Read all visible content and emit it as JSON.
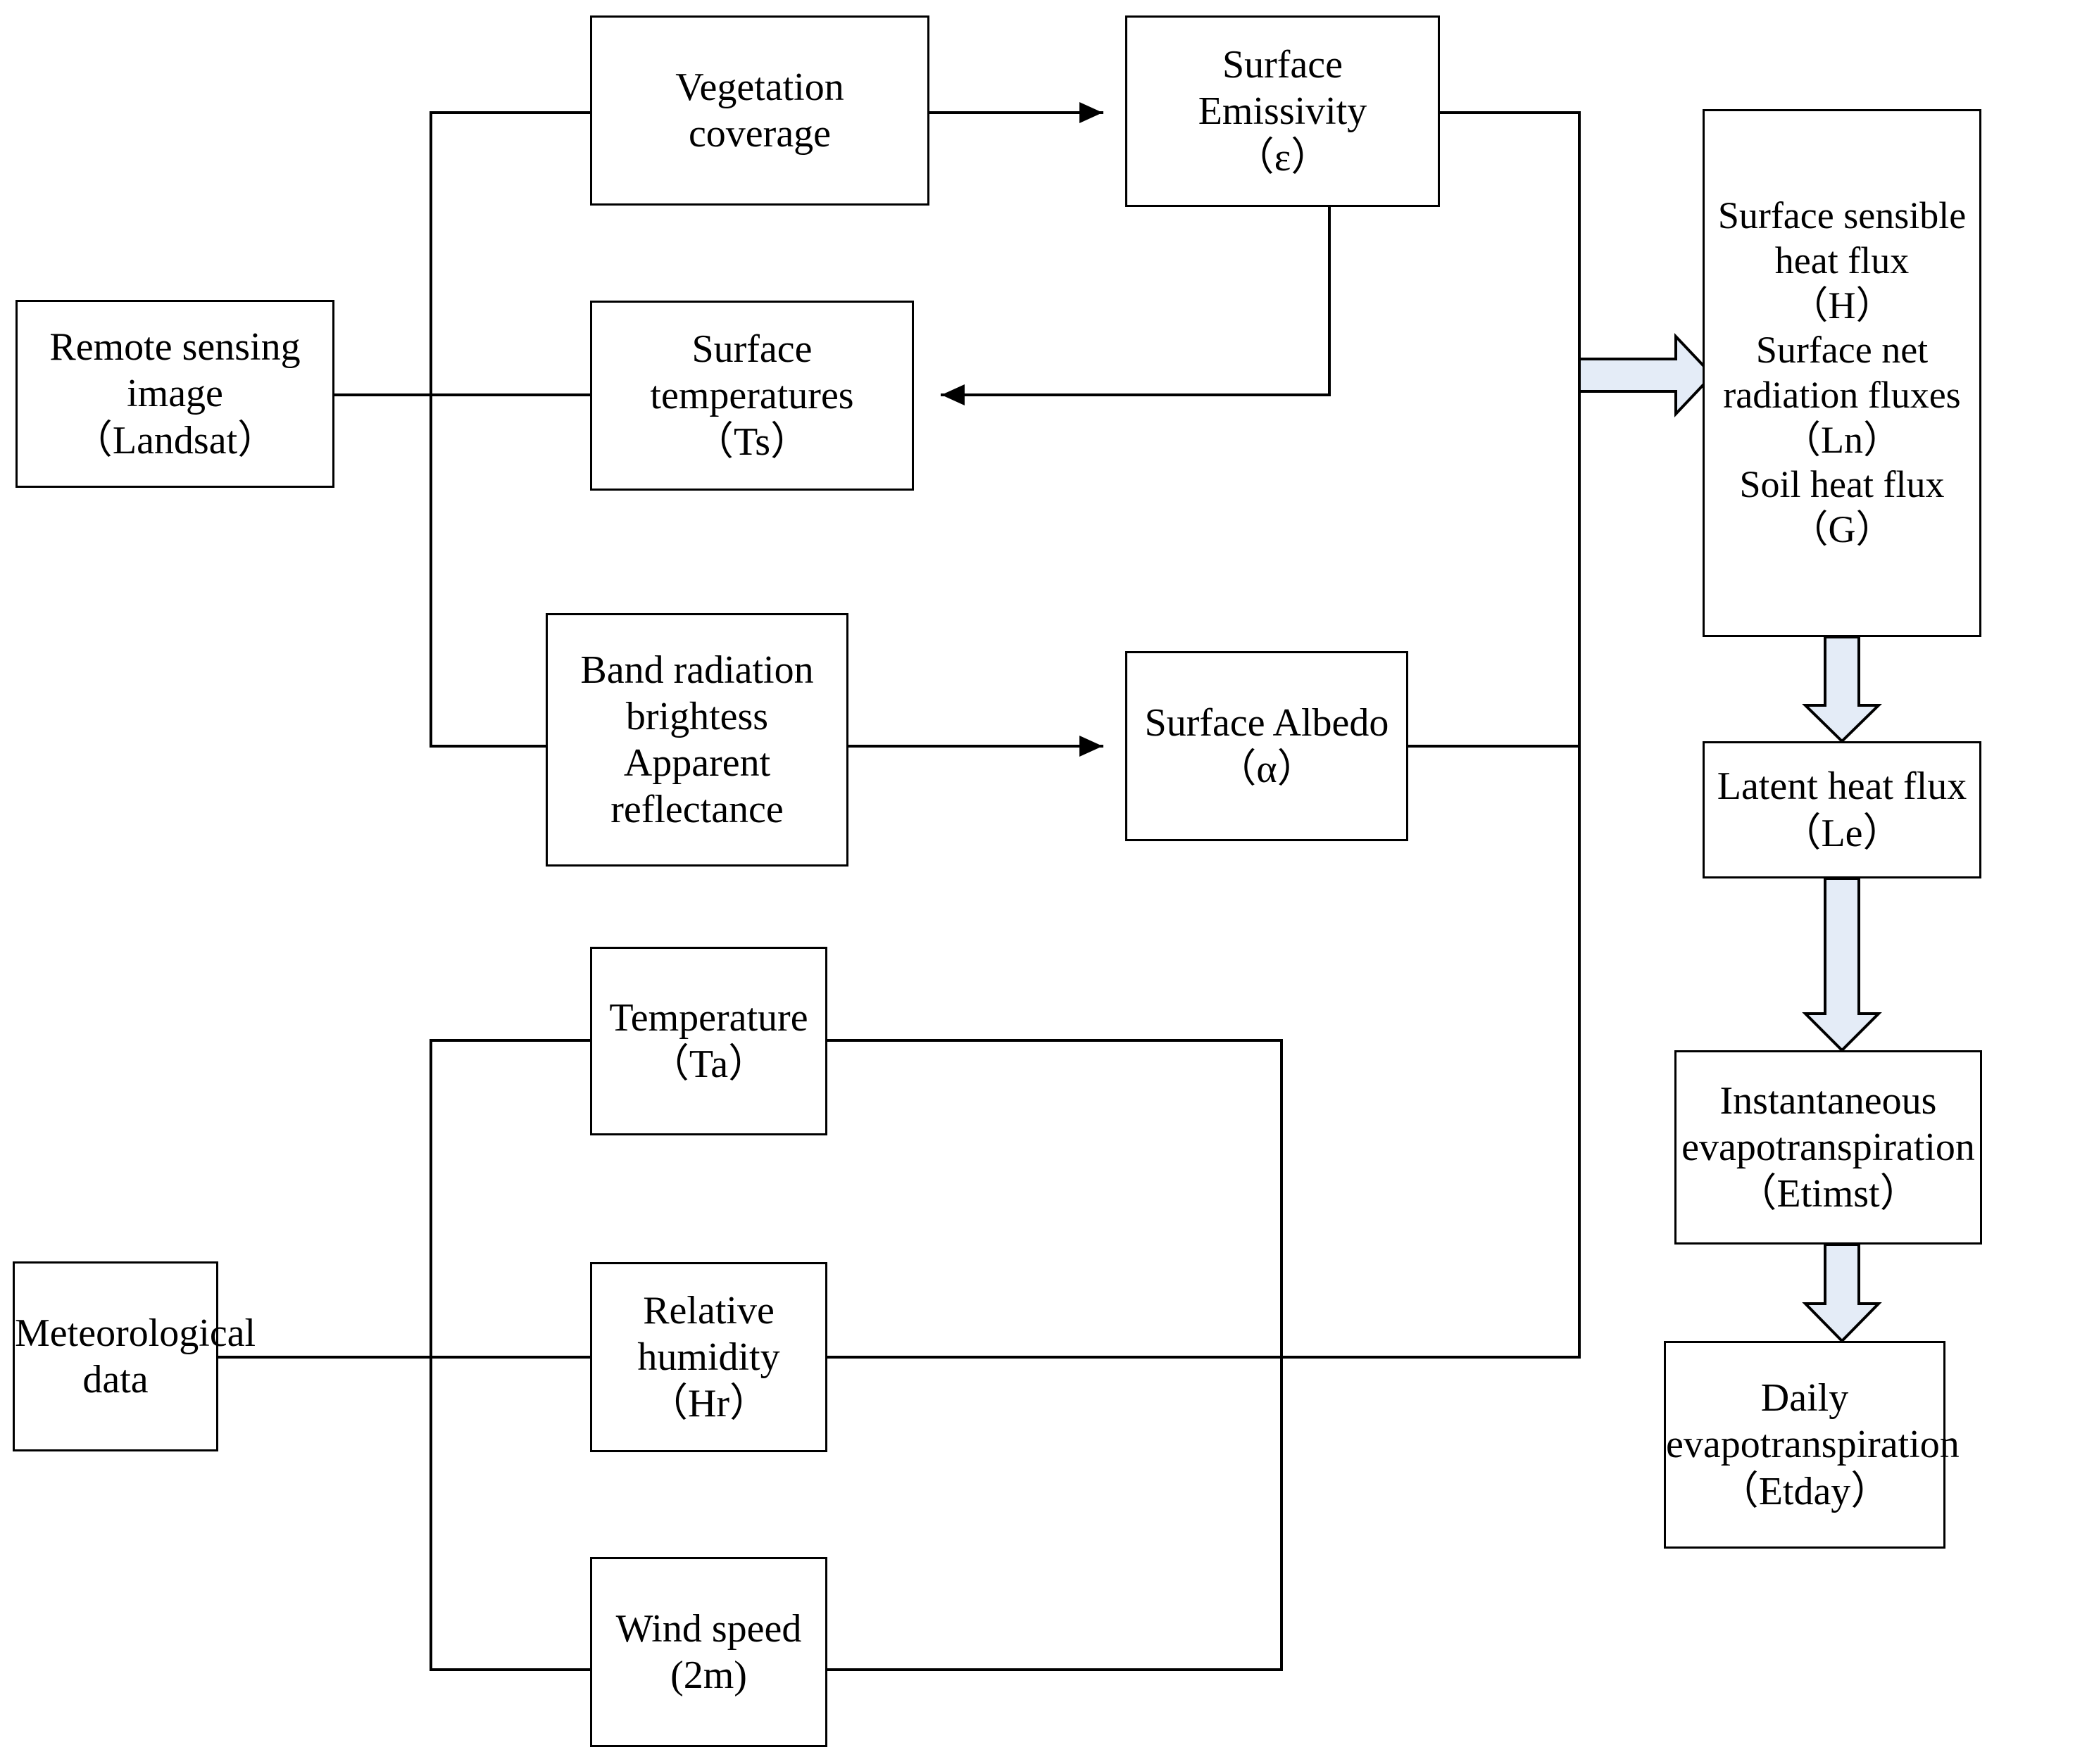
{
  "diagram": {
    "title": "Remote sensing evapotranspiration estimation flowchart",
    "colors": {
      "stroke": "#000000",
      "background": "#ffffff",
      "block_arrow_fill": "#e4ecf7"
    },
    "nodes": {
      "remote_sensing_image": "Remote sensing\nimage\n（Landsat）",
      "vegetation_coverage": "Vegetation\ncoverage",
      "surface_emissivity": "Surface\nEmissivity\n（ε）",
      "surface_temperatures": "Surface\ntemperatures\n（Ts）",
      "band_radiation": "Band radiation brightess\nApparent reflectance",
      "surface_albedo": "Surface Albedo\n（α）",
      "flux_group": "Surface sensible\nheat flux\n（H）\nSurface net\nradiation fluxes\n（Ln）\nSoil heat flux\n（G）",
      "latent_heat_flux": "Latent heat flux\n（Le）",
      "instantaneous_et": "Instantaneous\nevapotranspiration\n（Etimst）",
      "daily_et": "Daily\nevapotranspiration\n（Etday）",
      "meteorological_data": "Meteorological\ndata",
      "temperature": "Temperature\n（Ta）",
      "relative_humidity": "Relative\nhumidity\n（Hr）",
      "wind_speed": "Wind speed\n(2m)"
    },
    "edges": [
      {
        "name": "remote-sensing-to-branch",
        "type": "plain-line"
      },
      {
        "name": "branch-to-vegetation-coverage",
        "type": "plain-line"
      },
      {
        "name": "branch-to-surface-temperatures",
        "type": "plain-line"
      },
      {
        "name": "branch-to-band-radiation",
        "type": "plain-line"
      },
      {
        "name": "vegetation-coverage-to-surface-emissivity",
        "type": "thin-arrow"
      },
      {
        "name": "surface-emissivity-to-surface-temperatures",
        "type": "thin-arrow"
      },
      {
        "name": "band-radiation-to-surface-albedo",
        "type": "thin-arrow"
      },
      {
        "name": "surface-emissivity-to-flux-bus",
        "type": "plain-line"
      },
      {
        "name": "surface-albedo-to-flux-bus",
        "type": "plain-line"
      },
      {
        "name": "meteorological-to-branch",
        "type": "plain-line"
      },
      {
        "name": "branch-to-temperature",
        "type": "plain-line"
      },
      {
        "name": "branch-to-relative-humidity",
        "type": "plain-line"
      },
      {
        "name": "branch-to-wind-speed",
        "type": "plain-line"
      },
      {
        "name": "temperature-to-flux-bus",
        "type": "plain-line"
      },
      {
        "name": "relative-humidity-to-flux-bus",
        "type": "plain-line"
      },
      {
        "name": "wind-speed-to-flux-bus",
        "type": "plain-line"
      },
      {
        "name": "flux-bus-to-flux-group",
        "type": "block-arrow-right"
      },
      {
        "name": "flux-group-to-latent-heat-flux",
        "type": "block-arrow-down"
      },
      {
        "name": "latent-heat-flux-to-instantaneous-et",
        "type": "block-arrow-down"
      },
      {
        "name": "instantaneous-et-to-daily-et",
        "type": "block-arrow-down"
      }
    ]
  }
}
